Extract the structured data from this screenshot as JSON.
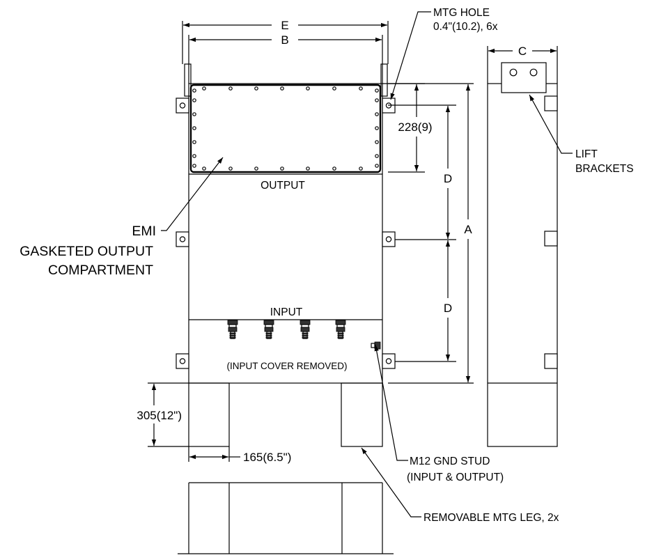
{
  "dimensions": {
    "e": "E",
    "b": "B",
    "c": "C",
    "d_upper": "D",
    "d_lower": "D",
    "a": "A",
    "compartment_height": "228(9)",
    "leg_height": "305(12\")",
    "leg_width": "165(6.5\")"
  },
  "labels": {
    "mtg_hole_line1": "MTG HOLE",
    "mtg_hole_line2": "0.4\"(10.2), 6x",
    "lift_brackets_line1": "LIFT",
    "lift_brackets_line2": "BRACKETS",
    "output": "OUTPUT",
    "input": "INPUT",
    "input_cover_removed": "(INPUT COVER REMOVED)",
    "emi_line1": "EMI",
    "emi_line2": "GASKETED OUTPUT",
    "emi_line3": "COMPARTMENT",
    "gnd_stud_line1": "M12 GND STUD",
    "gnd_stud_line2": "(INPUT & OUTPUT)",
    "removable_leg": "REMOVABLE MTG LEG, 2x"
  }
}
